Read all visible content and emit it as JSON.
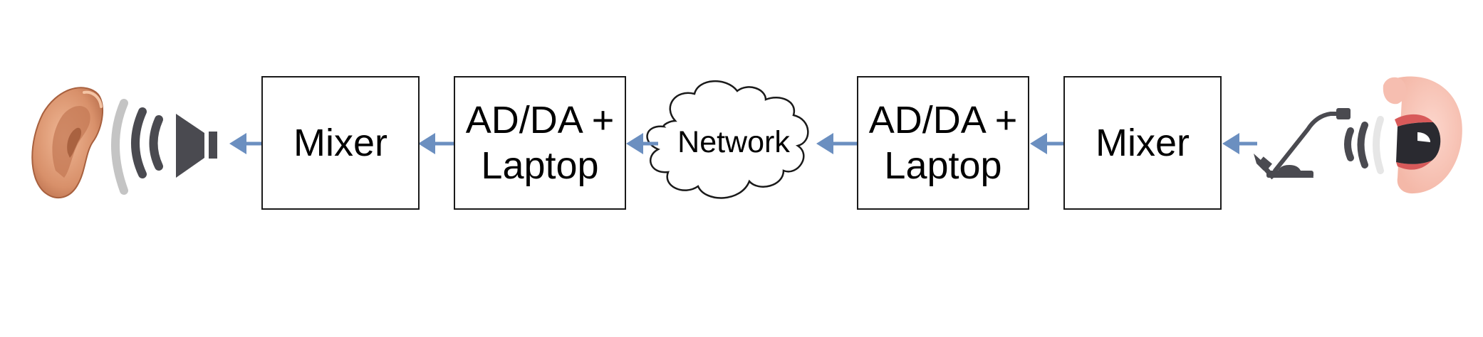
{
  "colors": {
    "arrow": "#6b8fc0",
    "box_border": "#1a1a1a",
    "speaker": "#4a4a50",
    "wave_light": "#c4c4c4",
    "ear": "#e2a07a",
    "face": "#f8c8bc",
    "lips": "#d85a5a"
  },
  "nodes": {
    "left_mixer": {
      "label": "Mixer"
    },
    "left_adda": {
      "line1": "AD/DA +",
      "line2": "Laptop"
    },
    "network": {
      "label": "Network"
    },
    "right_adda": {
      "line1": "AD/DA +",
      "line2": "Laptop"
    },
    "right_mixer": {
      "label": "Mixer"
    }
  },
  "icons": [
    "ear-icon",
    "speaker-icon",
    "microphone-icon",
    "mouth-icon",
    "network-cloud-icon"
  ]
}
